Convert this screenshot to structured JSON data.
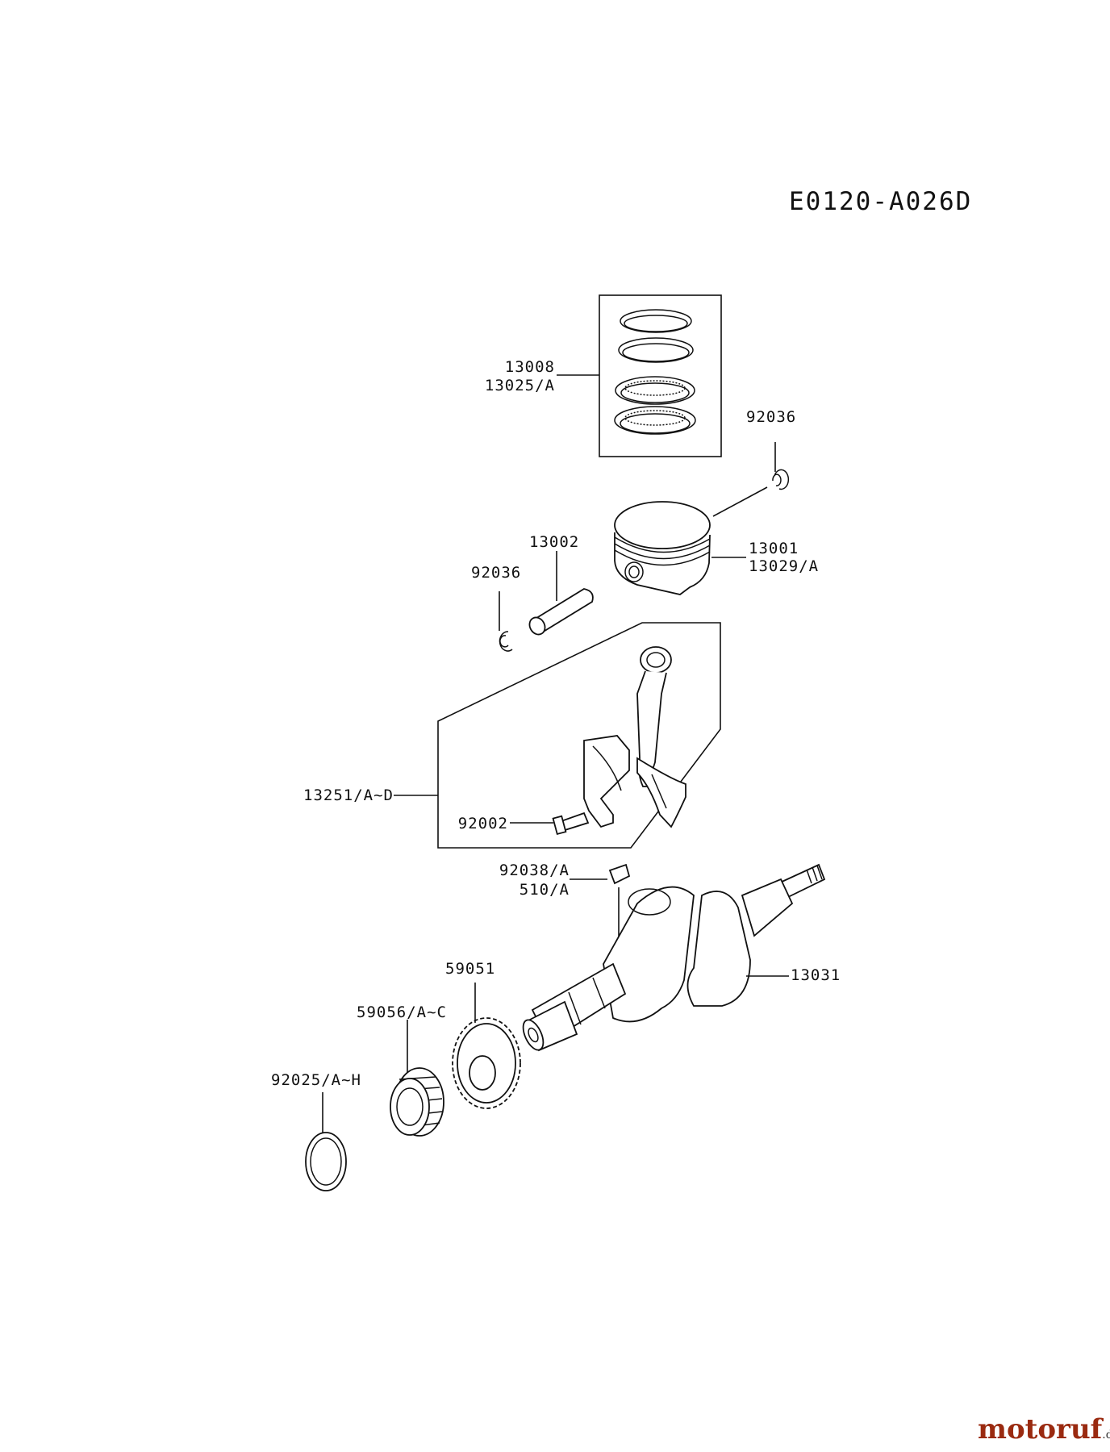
{
  "diagram_code": "E0120-A026D",
  "parts": {
    "piston_rings": [
      "13008",
      "13025/A"
    ],
    "clip_upper": "92036",
    "piston": [
      "13001",
      "13029/A"
    ],
    "piston_pin": "13002",
    "clip_lower": "92036",
    "connecting_rod": "13251/A~D",
    "rod_bolt": "92002",
    "key": [
      "92038/A",
      "510/A"
    ],
    "crankshaft": "13031",
    "gear": "59051",
    "helical_gear": "59056/A~C",
    "washer": "92025/A~H"
  },
  "watermark": {
    "brand": "motoruf",
    "tld": ".de"
  }
}
